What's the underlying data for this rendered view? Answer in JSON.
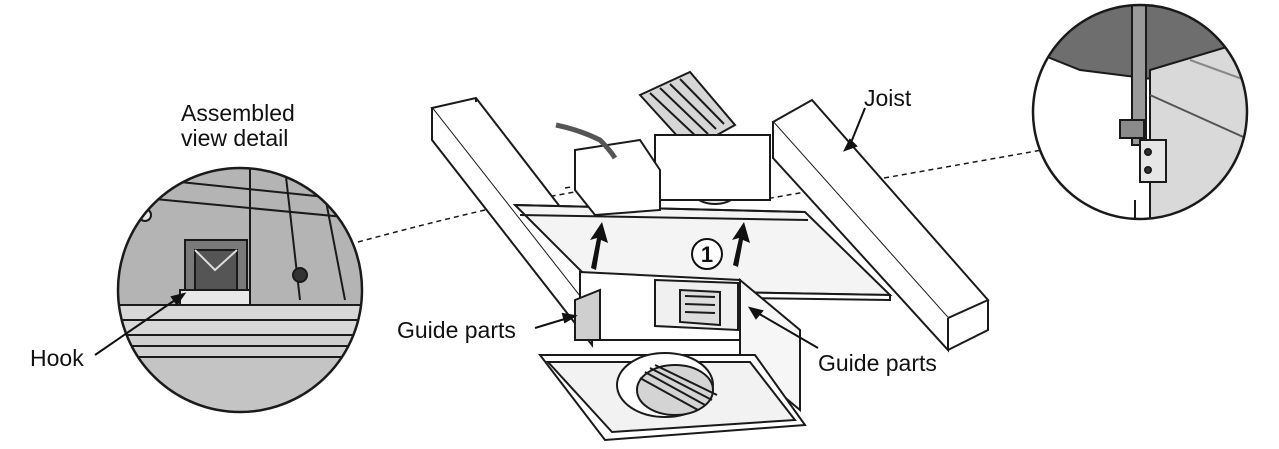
{
  "labels": {
    "assembled_line1": "Assembled",
    "assembled_line2": "view detail",
    "joist": "Joist",
    "hook": "Hook",
    "guide_parts_left": "Guide parts",
    "guide_parts_right": "Guide parts",
    "step_number": "1"
  },
  "colors": {
    "line": "#1a1a1a",
    "detail_fill": "#bdbdbd",
    "detail_dark": "#6b6b6b",
    "arrow": "#111111"
  }
}
